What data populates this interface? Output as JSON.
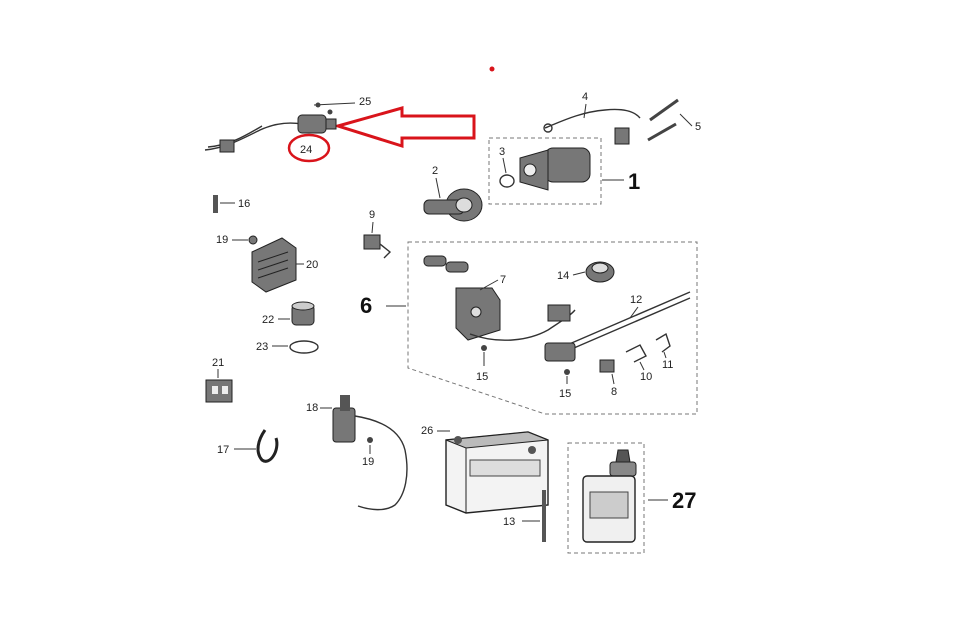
{
  "labels": {
    "l1": "1",
    "l2": "2",
    "l3": "3",
    "l4": "4",
    "l5": "5",
    "l6": "6",
    "l7": "7",
    "l8": "8",
    "l9": "9",
    "l10": "10",
    "l11": "11",
    "l12": "12",
    "l13": "13",
    "l14": "14",
    "l15a": "15",
    "l15b": "15",
    "l16": "16",
    "l17": "17",
    "l18": "18",
    "l19a": "19",
    "l19b": "19",
    "l20": "20",
    "l21": "21",
    "l22": "22",
    "l23": "23",
    "l24": "24",
    "l25": "25",
    "l26": "26",
    "l27": "27"
  },
  "colors": {
    "highlight": "#d9141b",
    "ink": "#333333"
  }
}
